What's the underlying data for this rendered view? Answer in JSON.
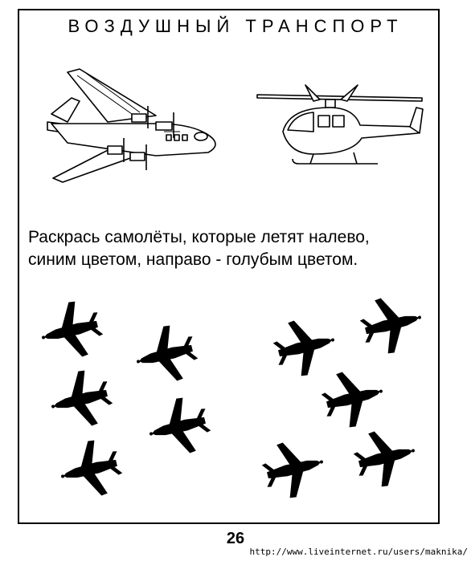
{
  "page": {
    "title": "ВОЗДУШНЫЙ ТРАНСПОРТ",
    "instruction_line1": "Раскрась самолёты, которые летят налево,",
    "instruction_line2": "синим цветом, направо - голубым цветом.",
    "page_number": "26",
    "watermark": "http://www.liveinternet.ru/users/maknika/"
  },
  "illustrations": {
    "top": [
      "cargo-plane-icon",
      "helicopter-icon"
    ],
    "left_column_planes": [
      "plane-left-icon",
      "plane-left-icon",
      "plane-left-icon",
      "plane-left-icon",
      "plane-left-icon"
    ],
    "right_column_planes": [
      "plane-right-icon",
      "plane-right-icon",
      "plane-right-icon",
      "plane-right-icon",
      "plane-right-icon"
    ]
  }
}
